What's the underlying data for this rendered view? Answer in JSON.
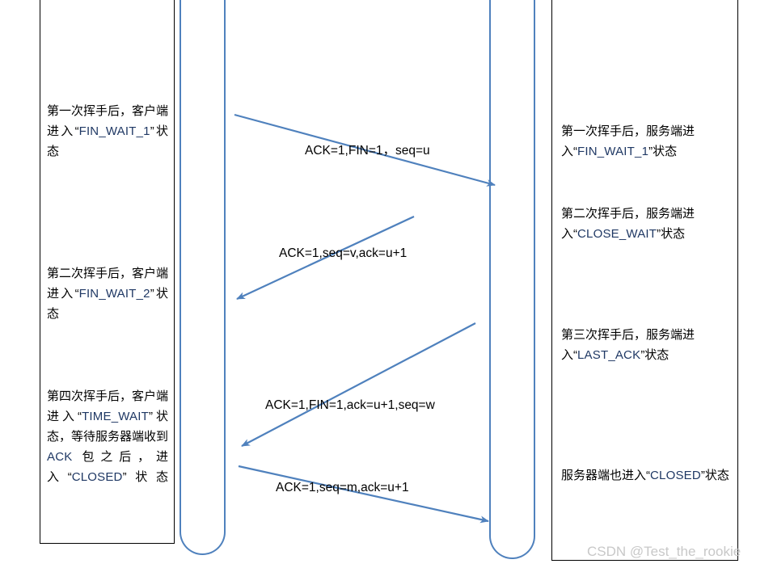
{
  "diagram": {
    "title": "TCP four-way handshake (wave) sequence diagram",
    "accent_color": "#4f81bd",
    "state_text_color": "#1f3864",
    "border_color": "#000000",
    "background": "#ffffff"
  },
  "lifelines": [
    {
      "name": "client-lifeline"
    },
    {
      "name": "server-lifeline"
    }
  ],
  "left_notes": [
    {
      "id": "left-note-1",
      "text": "第一次挥手后，客户端进入“FIN_WAIT_1”状态",
      "state": "FIN_WAIT_1"
    },
    {
      "id": "left-note-2",
      "text": "第二次挥手后，客户端进入“FIN_WAIT_2”状态",
      "state": "FIN_WAIT_2"
    },
    {
      "id": "left-note-3",
      "text": "第四次挥手后，客户端进入“TIME_WAIT”状态，等待服务器端收到 ACK 包之后，进入“CLOSED”状态",
      "state": "TIME_WAIT"
    }
  ],
  "right_notes": [
    {
      "id": "right-note-1",
      "text": "第一次挥手后，服务端进入“FIN_WAIT_1”状态",
      "state": "FIN_WAIT_1"
    },
    {
      "id": "right-note-2",
      "text": "第二次挥手后，服务端进入“CLOSE_WAIT”状态",
      "state": "CLOSE_WAIT"
    },
    {
      "id": "right-note-3",
      "text": "第三次挥手后，服务端进入“LAST_ACK”状态",
      "state": "LAST_ACK"
    },
    {
      "id": "right-note-4",
      "text": "服务器端也进入“CLOSED”状态",
      "state": "CLOSED"
    }
  ],
  "messages": [
    {
      "id": "message-1",
      "label": "ACK=1,FIN=1，seq=u",
      "direction": "client-to-server"
    },
    {
      "id": "message-2",
      "label": "ACK=1,seq=v,ack=u+1",
      "direction": "server-to-client"
    },
    {
      "id": "message-3",
      "label": "ACK=1,FIN=1,ack=u+1,seq=w",
      "direction": "server-to-client"
    },
    {
      "id": "message-4",
      "label": "ACK=1,seq=m,ack=u+1",
      "direction": "client-to-server"
    }
  ],
  "watermark": {
    "text": "CSDN @Test_the_rookie"
  }
}
